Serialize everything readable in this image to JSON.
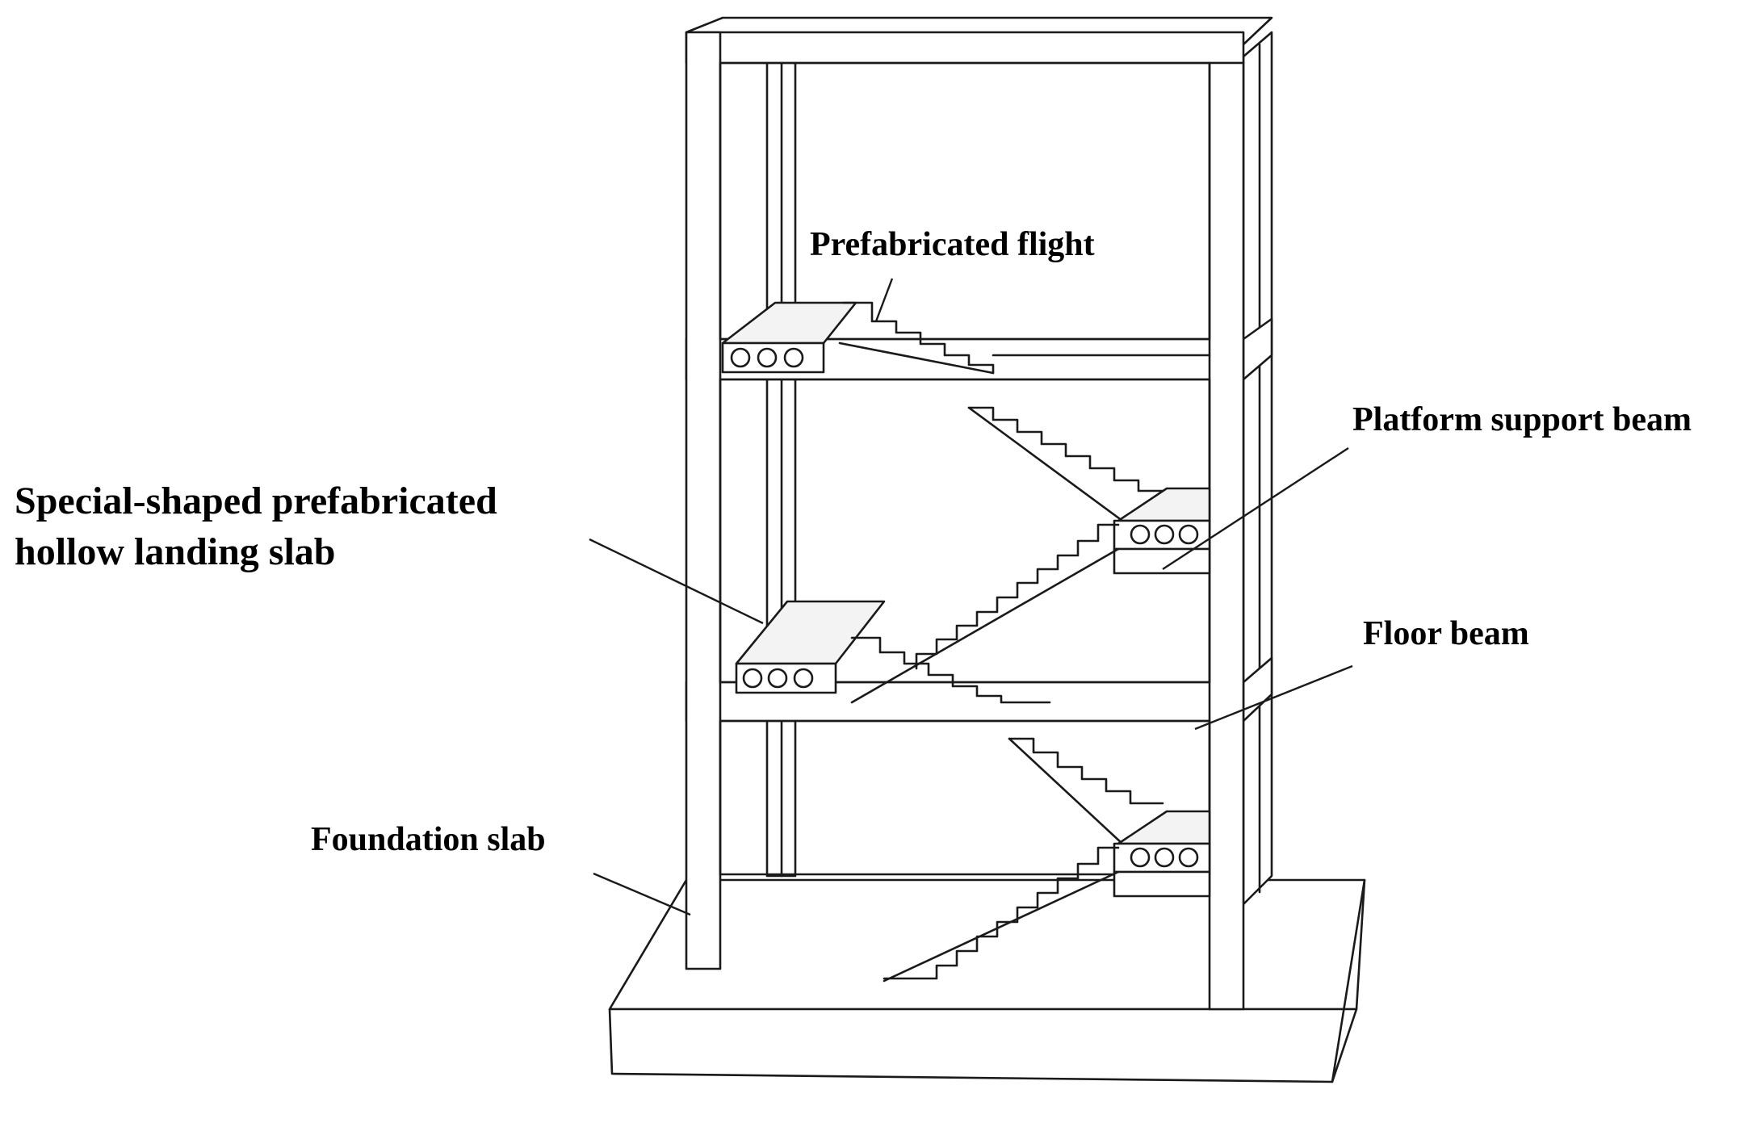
{
  "labels": {
    "prefabricated_flight": "Prefabricated flight",
    "platform_support_beam": "Platform support beam",
    "special_slab_line1": "Special-shaped prefabricated",
    "special_slab_line2": "hollow landing slab",
    "floor_beam": "Floor beam",
    "foundation_slab": "Foundation slab"
  }
}
